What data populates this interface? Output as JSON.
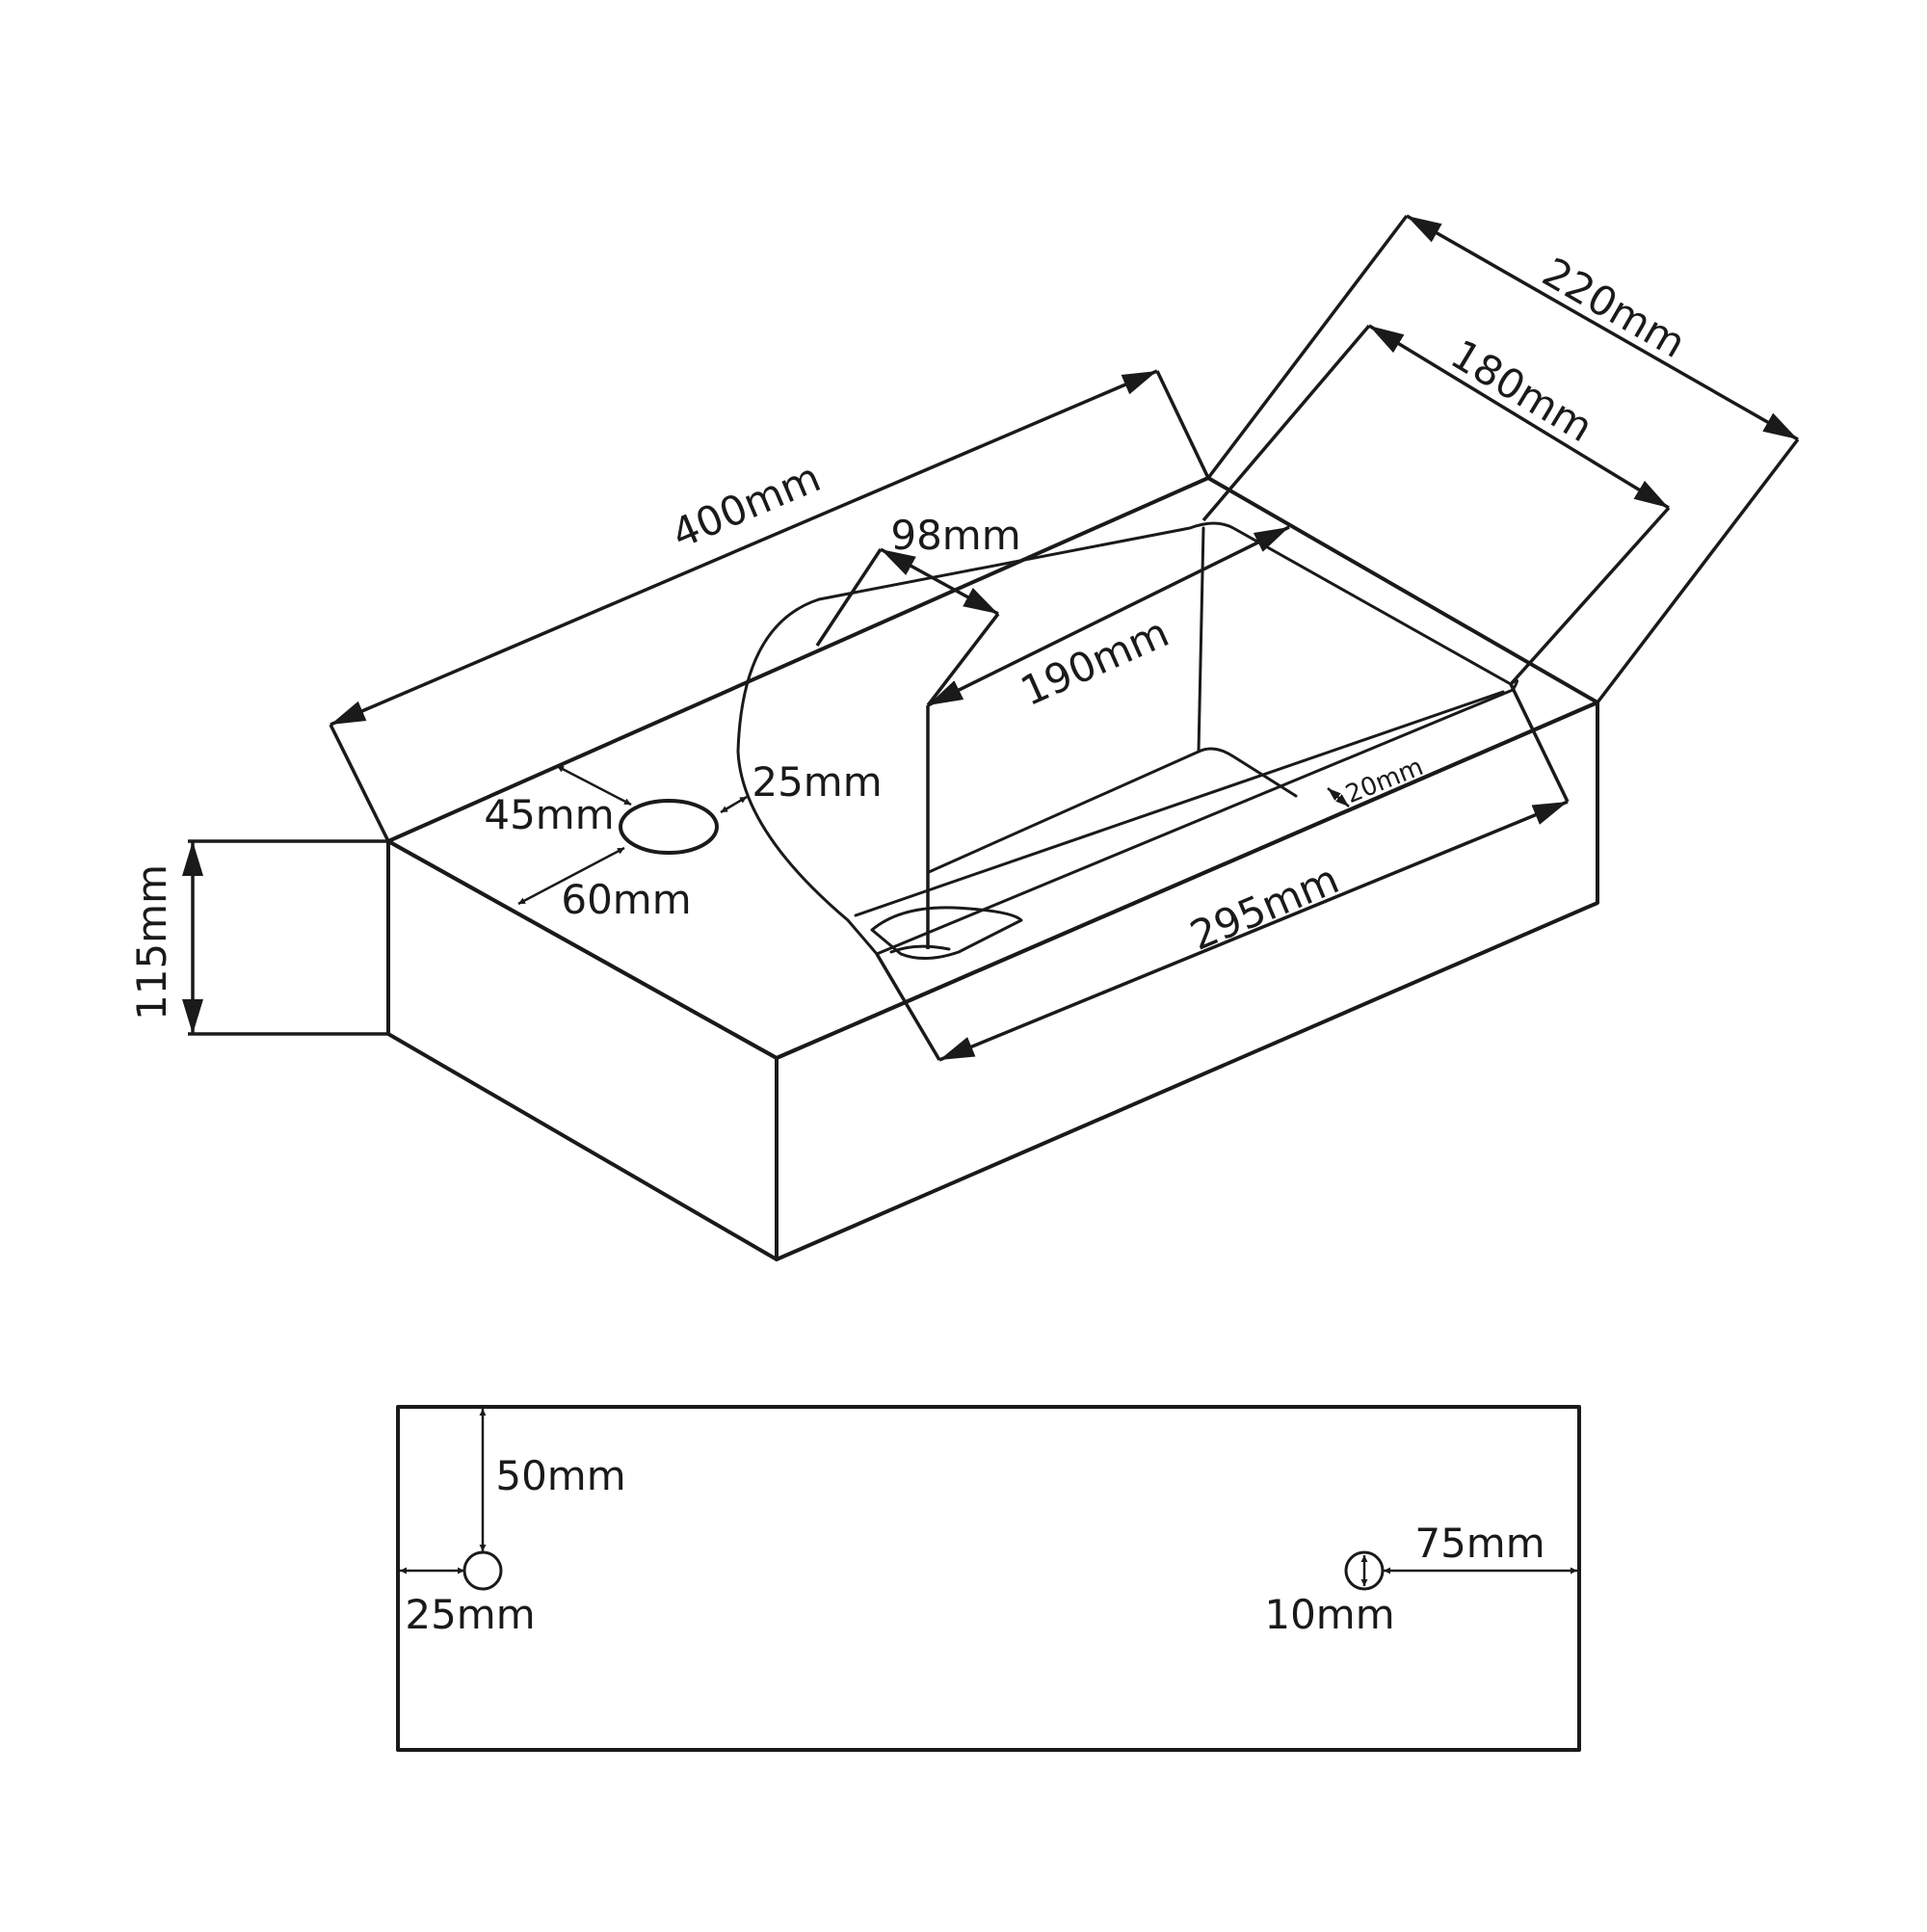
{
  "dimensions": {
    "overall_length": "400mm",
    "overall_width": "220mm",
    "basin_width": "180mm",
    "height": "115mm",
    "basin_length": "295mm",
    "basin_depth": "190mm",
    "tap_deck": "98mm",
    "tap_hole_from_back": "45mm",
    "tap_hole_from_side": "60mm",
    "tap_hole_to_basin": "25mm",
    "rim": "20mm"
  },
  "bottom_view": {
    "hole_from_top": "50mm",
    "hole_from_left": "25mm",
    "hole_from_right": "75mm",
    "hole_diameter": "10mm"
  },
  "colors": {
    "line": "#1a1a1a",
    "background": "#ffffff"
  }
}
